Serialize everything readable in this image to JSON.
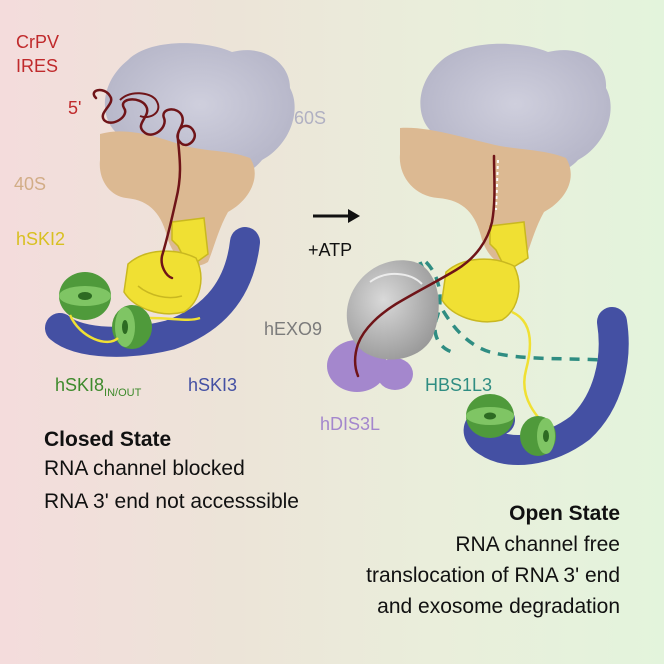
{
  "labels": {
    "ires_line1": "CrPV",
    "ires_line2": "IRES",
    "five_prime": "5'",
    "ribo_60s": "60S",
    "ribo_40s": "40S",
    "hski2": "hSKI2",
    "hski8": "hSKI8",
    "hski8_sub": "IN/OUT",
    "hski3": "hSKI3",
    "atp": "+ATP",
    "hexo9": "hEXO9",
    "hdis3l": "hDIS3L",
    "hbs1l3": "HBS1L3"
  },
  "closed": {
    "title": "Closed State",
    "line1": "RNA channel blocked",
    "line2": "RNA 3' end not accesssible"
  },
  "open": {
    "title": "Open State",
    "line1": "RNA channel free",
    "line2": "translocation of RNA 3' end",
    "line3": "and exosome degradation"
  },
  "colors": {
    "ribo60": "#b6b6c8",
    "ribo40": "#dcb992",
    "ski2": "#f0e033",
    "ski3": "#4450a3",
    "ski8": "#4f9a3b",
    "exo9": "#a7a7a7",
    "dis3l": "#a487cd",
    "hbs1l3": "#2f8d82",
    "rna": "#6f1418",
    "ires_text": "#c02a2c"
  }
}
